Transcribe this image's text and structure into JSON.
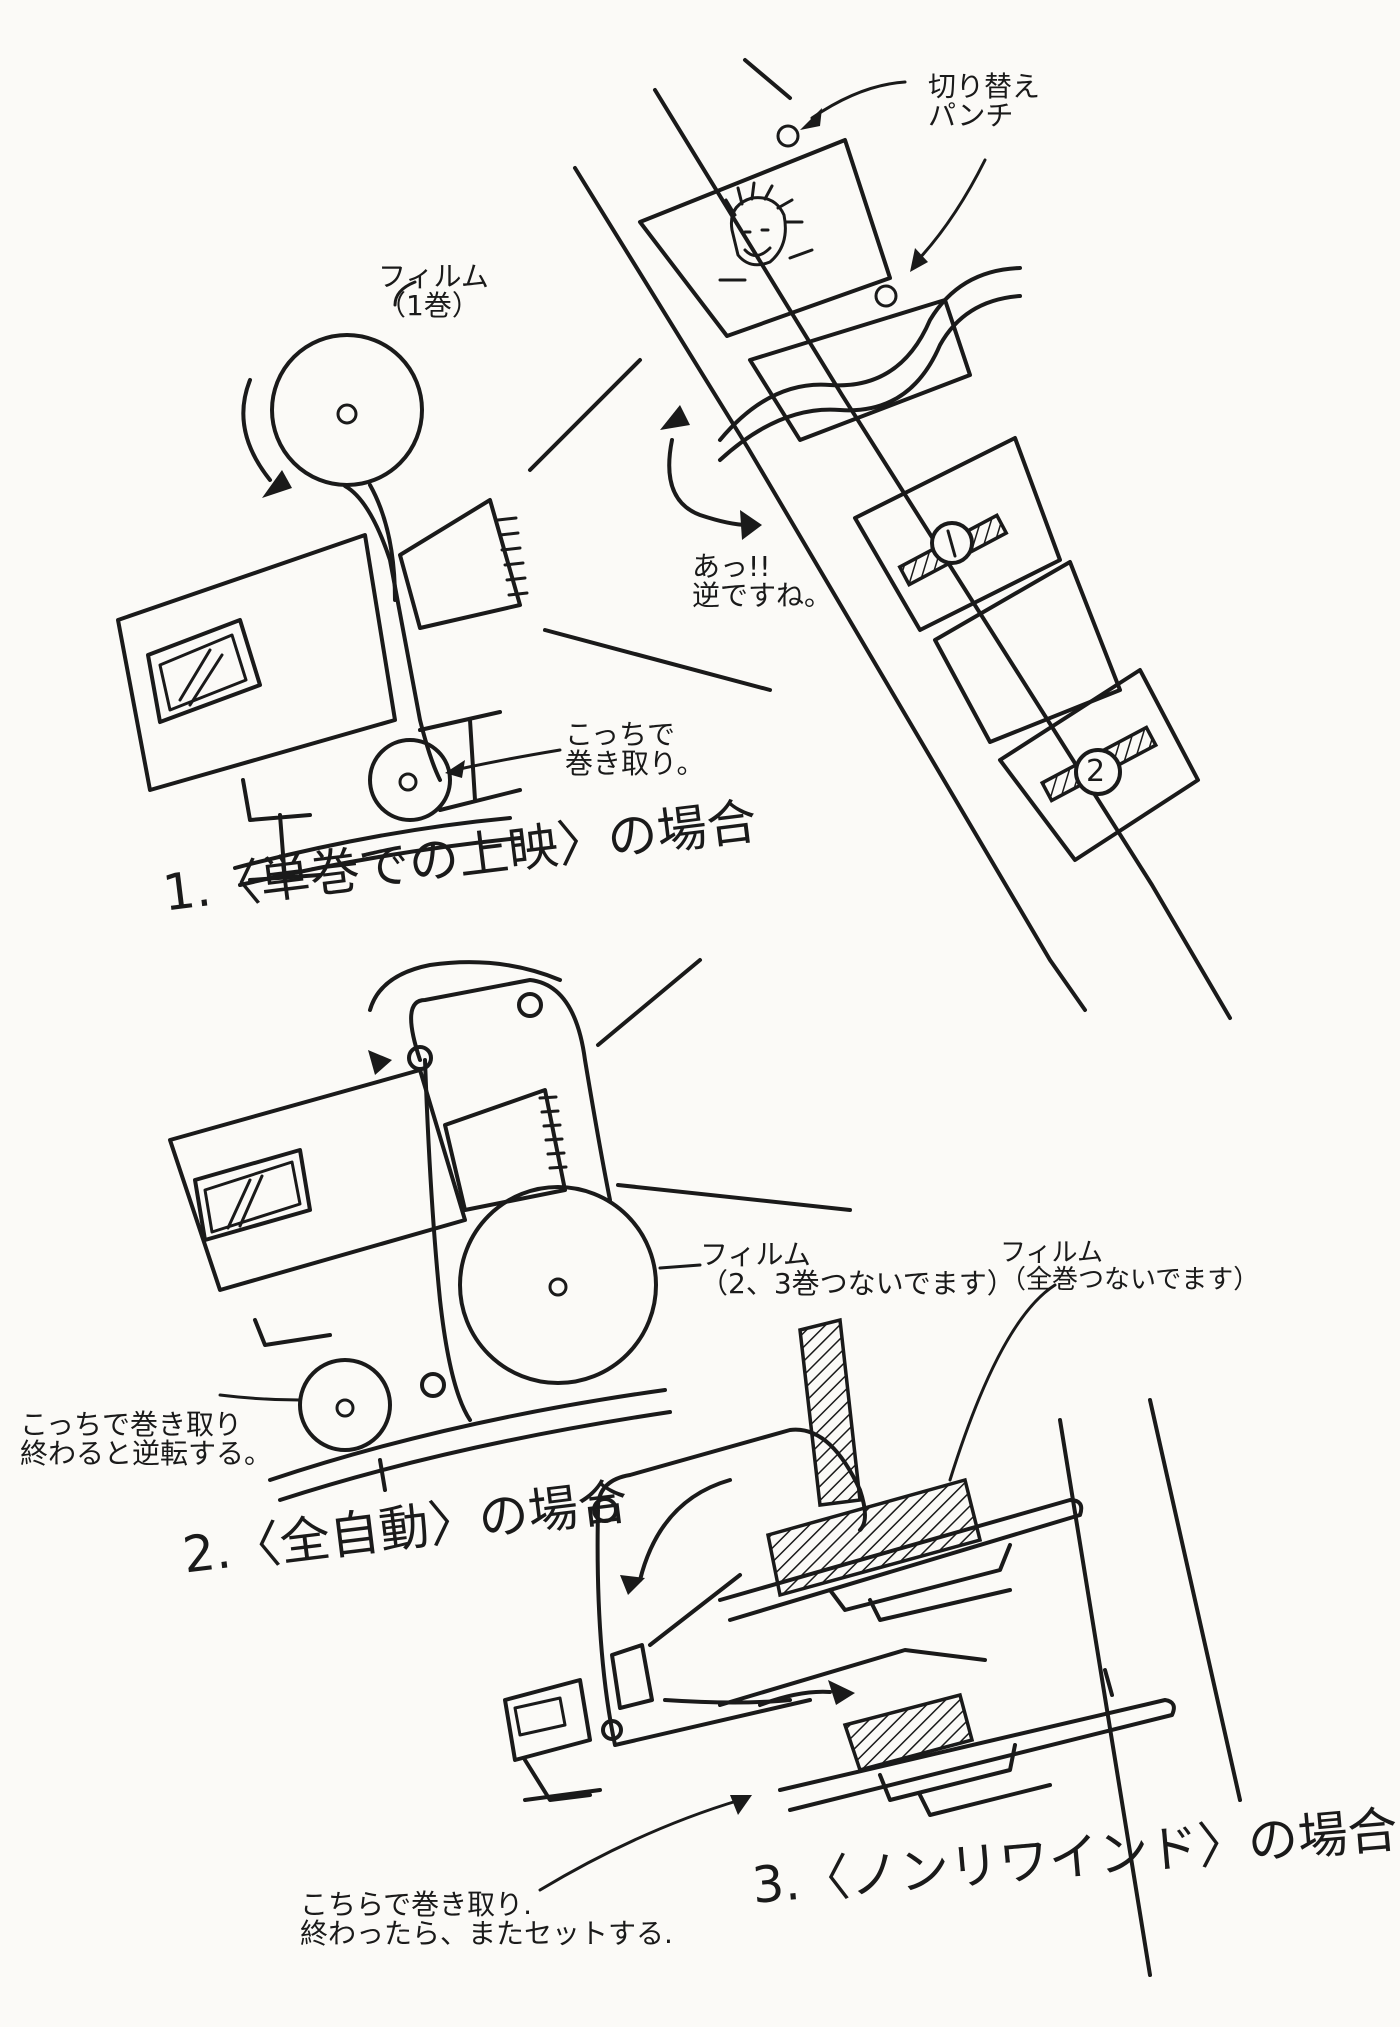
{
  "labels": {
    "punch_label": "切り替え\nパンチ",
    "film_one_reel": "フィルム\n（1巻）",
    "takeup_here_1": "こっちで\n巻き取り。",
    "oops_note": "あっ!!\n逆ですね。",
    "heading_1": "1.〈単巻での上映〉の場合",
    "film_2_3_reels": "フィルム\n（2、3巻つないでます）",
    "takeup_here_2": "こっちで巻き取り\n終わると逆転する。",
    "heading_2": "2.〈全自動〉の場合",
    "film_all_reels": "フィルム\n（全巻つないでます）",
    "takeup_here_3": "こちらで巻き取り.\n終わったら、またセットする.",
    "heading_3": "3.〈ノンリワインド〉の場合",
    "frame_mark_2": "2"
  }
}
